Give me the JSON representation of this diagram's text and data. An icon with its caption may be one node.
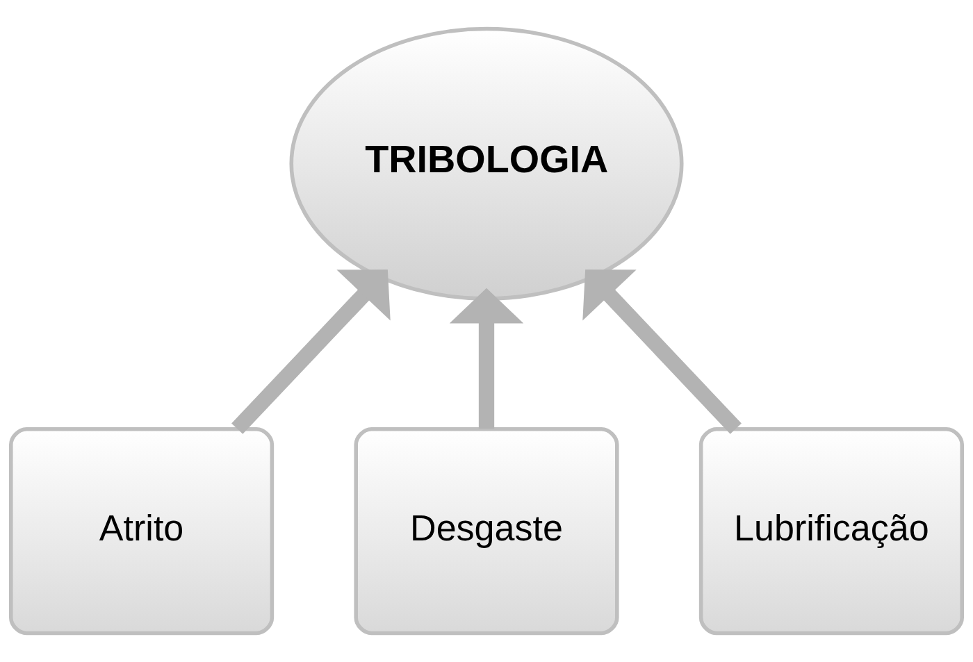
{
  "diagram": {
    "nodes": [
      {
        "text": [
          "TRIBOLOGIA"
        ]
      },
      {
        "text": [
          "Atrito"
        ]
      },
      {
        "text": [
          "Desgaste"
        ]
      },
      {
        "text": [
          "Lubrificação"
        ]
      }
    ],
    "edges": [
      {
        "from": 1,
        "to": 0,
        "arrow": "to"
      },
      {
        "from": 2,
        "to": 0,
        "arrow": "to"
      },
      {
        "from": 3,
        "to": 0,
        "arrow": "to"
      }
    ]
  }
}
